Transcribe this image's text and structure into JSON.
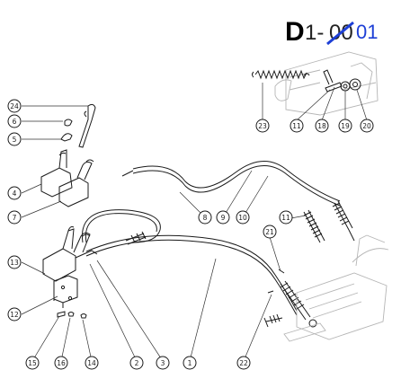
{
  "drawing_id": {
    "letter": "D",
    "number": "1-",
    "old_revision": "00",
    "new_revision": "01",
    "strike_color": "#1d3fd6",
    "revision_color": "#1d3fd6"
  },
  "callouts": [
    {
      "id": "c1",
      "text": "1"
    },
    {
      "id": "c2",
      "text": "2"
    },
    {
      "id": "c3",
      "text": "3"
    },
    {
      "id": "c4",
      "text": "4"
    },
    {
      "id": "c5",
      "text": "5"
    },
    {
      "id": "c6",
      "text": "6"
    },
    {
      "id": "c7",
      "text": "7"
    },
    {
      "id": "c8",
      "text": "8"
    },
    {
      "id": "c9",
      "text": "9"
    },
    {
      "id": "c10",
      "text": "10"
    },
    {
      "id": "c11a",
      "text": "11"
    },
    {
      "id": "c11b",
      "text": "11"
    },
    {
      "id": "c12",
      "text": "12"
    },
    {
      "id": "c13",
      "text": "13"
    },
    {
      "id": "c14",
      "text": "14"
    },
    {
      "id": "c15",
      "text": "15"
    },
    {
      "id": "c16",
      "text": "16"
    },
    {
      "id": "c18",
      "text": "18"
    },
    {
      "id": "c19",
      "text": "19"
    },
    {
      "id": "c20",
      "text": "20"
    },
    {
      "id": "c21",
      "text": "21"
    },
    {
      "id": "c22",
      "text": "22"
    },
    {
      "id": "c23",
      "text": "23"
    },
    {
      "id": "c24",
      "text": "24"
    }
  ]
}
